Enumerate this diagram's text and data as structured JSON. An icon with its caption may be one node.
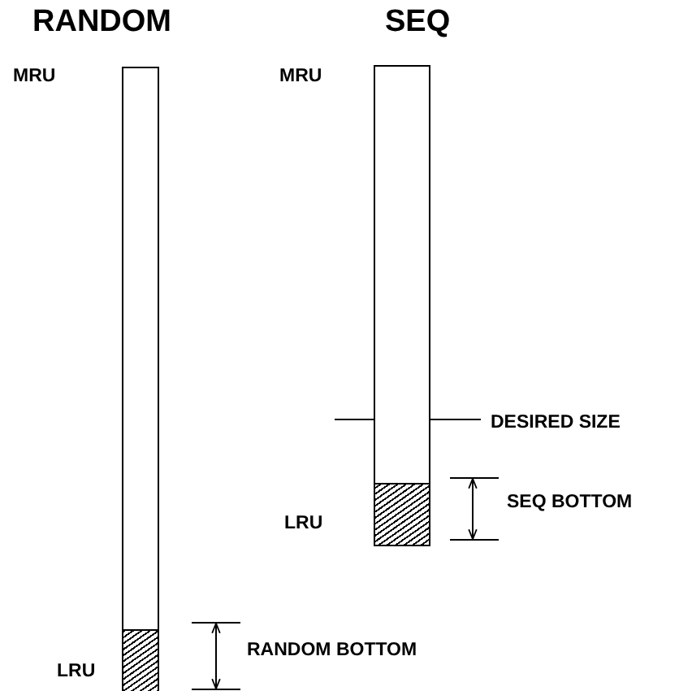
{
  "diagram": {
    "nodes": [
      {
        "text": [
          "RANDOM"
        ]
      },
      {
        "text": [],
        "shape": "box",
        "in": 0
      },
      {
        "text": [
          "SEQ"
        ]
      },
      {
        "text": [],
        "shape": "box",
        "in": 2
      }
    ],
    "labels": [
      "MRU",
      "MRU",
      "DESIRED SIZE",
      "SEQ BOTTOM",
      "LRU",
      "RANDOM BOTTOM",
      "LRU"
    ]
  }
}
